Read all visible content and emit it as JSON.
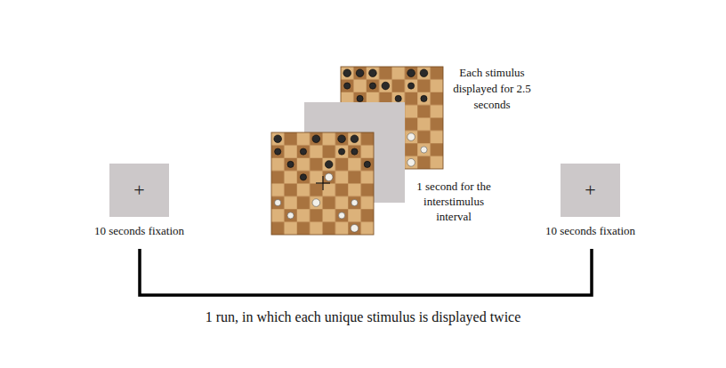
{
  "diagram": {
    "nodes": [
      {
        "text": [
          "+",
          "10 seconds fixation"
        ]
      },
      {
        "text": [
          "+",
          "10 seconds fixation"
        ]
      }
    ],
    "labels": [
      "Each stimulus displayed for 2.5 seconds",
      "1 second for the interstimulus interval",
      "1 run, in which each unique stimulus is displayed twice"
    ]
  }
}
